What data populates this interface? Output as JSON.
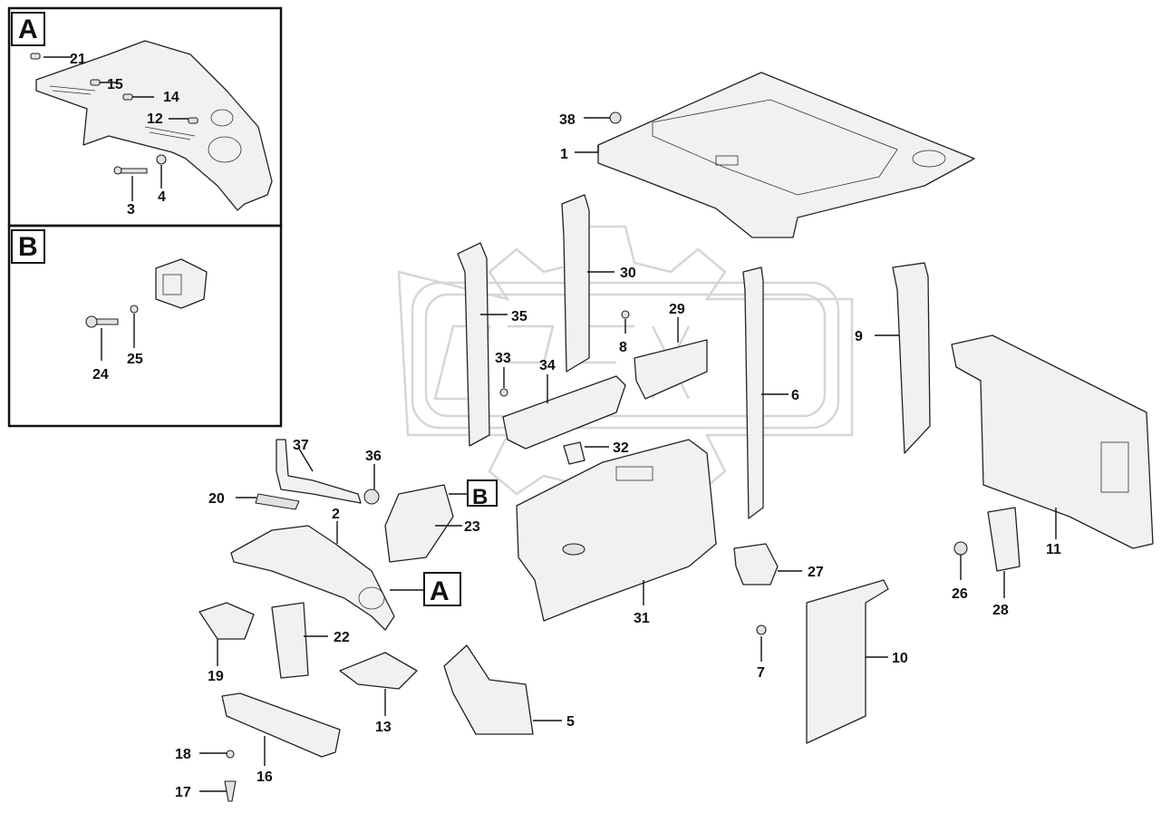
{
  "detail_views": {
    "a": {
      "tag": "A",
      "labels": [
        "21",
        "15",
        "14",
        "12",
        "3",
        "4"
      ]
    },
    "b": {
      "tag": "B",
      "labels": [
        "24",
        "25"
      ]
    }
  },
  "callout_tags": {
    "a": "A",
    "b": "B"
  },
  "labels": {
    "p1": "1",
    "p38": "38",
    "p30": "30",
    "p35": "35",
    "p8": "8",
    "p29": "29",
    "p33": "33",
    "p34": "34",
    "p9": "9",
    "p6": "6",
    "p32": "32",
    "p36": "36",
    "p37": "37",
    "p20": "20",
    "p2": "2",
    "p23": "23",
    "p31": "31",
    "p27": "27",
    "p11": "11",
    "p26": "26",
    "p28": "28",
    "p19": "19",
    "p22": "22",
    "p13": "13",
    "p5": "5",
    "p7": "7",
    "p10": "10",
    "p18": "18",
    "p16": "16",
    "p17": "17"
  },
  "colors": {
    "line": "#111111",
    "part_fill": "#f1f1f1",
    "watermark": "#d6d6d6"
  }
}
